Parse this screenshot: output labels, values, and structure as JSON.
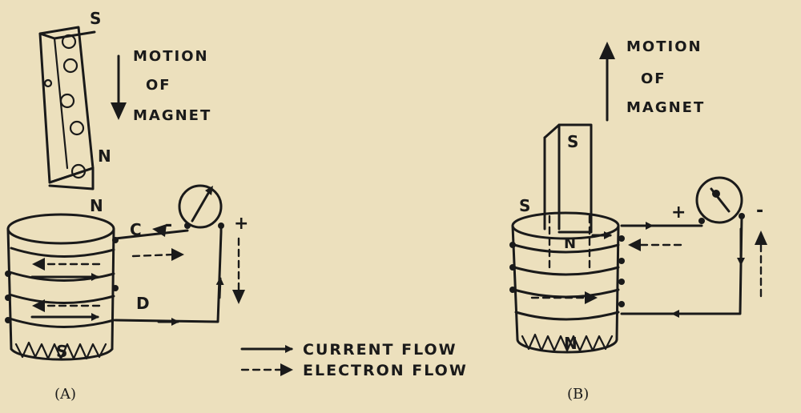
{
  "panel_a": {
    "caption": "(A)",
    "motion_words": [
      "MOTION",
      "OF",
      "MAGNET"
    ],
    "magnet_top_pole": "S",
    "magnet_bottom_pole": "N",
    "coil_top_pole": "N",
    "coil_bottom_pole": "S",
    "wire_c": "C",
    "wire_d": "D",
    "meter_minus": "-",
    "meter_plus": "+"
  },
  "panel_b": {
    "caption": "(B)",
    "motion_words": [
      "MOTION",
      "OF",
      "MAGNET"
    ],
    "magnet_pole": "S",
    "magnet_lower_pole": "N",
    "coil_top_pole": "S",
    "coil_bottom_pole": "N",
    "meter_plus": "+",
    "meter_minus": "-"
  },
  "legend": {
    "current": "CURRENT FLOW",
    "electron": "ELECTRON FLOW"
  }
}
